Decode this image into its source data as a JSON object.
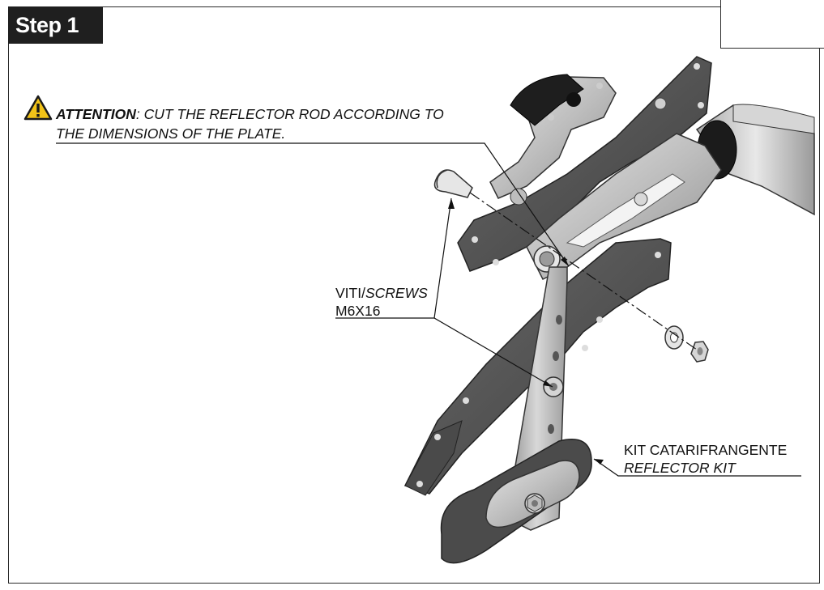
{
  "step": {
    "label": "Step 1"
  },
  "attention": {
    "keyword": "ATTENTION",
    "colon": ":",
    "line1_rest": " CUT THE REFLECTOR ROD ACCORDING TO",
    "line2": "THE DIMENSIONS OF THE PLATE."
  },
  "screws": {
    "label_plain": "VITI/",
    "label_italic": "SCREWS",
    "size": "M6X16"
  },
  "reflector": {
    "label_plain": "KIT CATARIFRANGENTE",
    "label_italic": "REFLECTOR KIT"
  },
  "colors": {
    "badge_bg": "#1f1f1f",
    "warning_yellow": "#f2c318",
    "plate_dark": "#5a5a5a",
    "bracket_light": "#c8c8c8",
    "line": "#111111"
  }
}
